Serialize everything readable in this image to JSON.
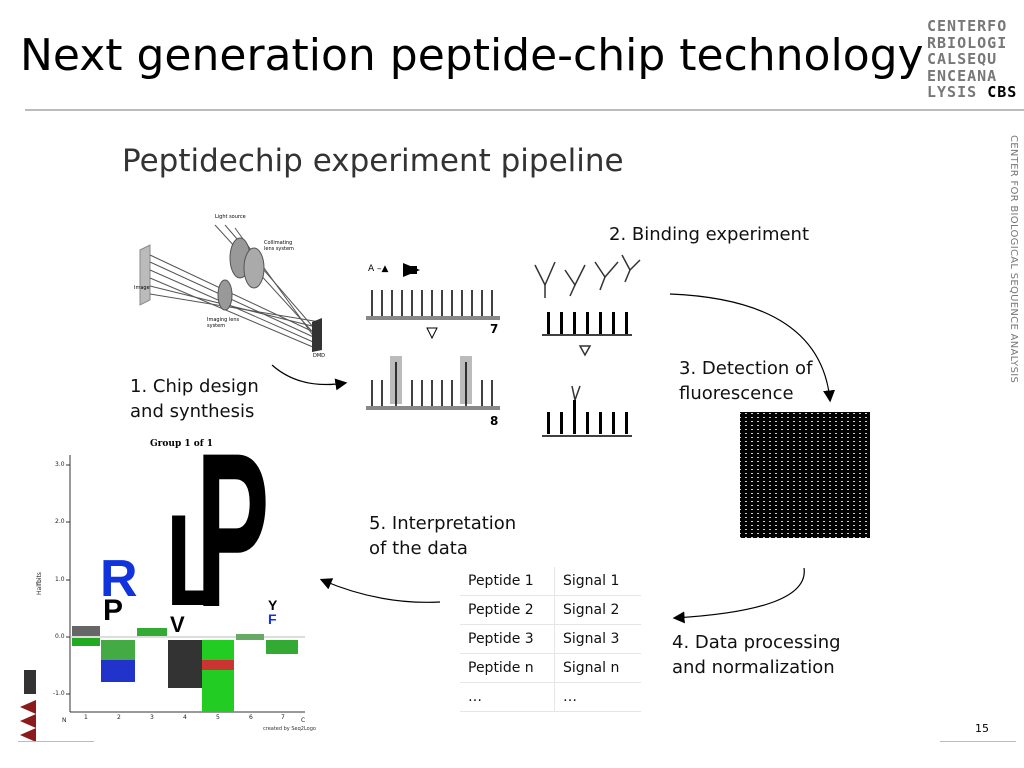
{
  "slide": {
    "title": "Next generation peptide-chip technology",
    "page_number": "15"
  },
  "logo": {
    "lines": [
      "CENTERFO",
      "RBIOLOGI",
      "CALSEQU",
      "ENCEANA",
      "LYSIS"
    ],
    "abbr": "CBS",
    "side_text": "CENTER FOR BIOLOGICAL SEQUENCE ANALYSIS"
  },
  "pipeline": {
    "title": "Peptidechip experiment pipeline",
    "steps": {
      "chip_design": [
        "1. Chip design",
        "and synthesis"
      ],
      "binding": [
        "2. Binding experiment"
      ],
      "detection": [
        "3. Detection of",
        "fluorescence"
      ],
      "processing": [
        "4. Data processing",
        "and normalization"
      ],
      "interpretation": [
        "5. Interpretation",
        "of the data"
      ]
    },
    "optics_labels": {
      "light_source": "Light source",
      "collimating": [
        "Collimating",
        "lens system"
      ],
      "image": "Image",
      "imaging_lens": [
        "Imaging lens",
        "system"
      ],
      "dmd": "DMD"
    },
    "synthesis_labels": {
      "reaction": "A –▲",
      "panel_7": "7",
      "panel_8": "8"
    },
    "table": {
      "rows": [
        {
          "peptide": "Peptide 1",
          "signal": "Signal 1"
        },
        {
          "peptide": "Peptide 2",
          "signal": "Signal 2"
        },
        {
          "peptide": "Peptide 3",
          "signal": "Signal 3"
        },
        {
          "peptide": "Peptide n",
          "signal": "Signal n"
        },
        {
          "peptide": "…",
          "signal": "…"
        }
      ]
    },
    "sequence_logo": {
      "title": "Group 1 of 1",
      "y_label": "Halfbits",
      "y_ticks": [
        "3.0",
        "2.0",
        "1.0",
        "0.0",
        "-1.0"
      ],
      "x_ticks": [
        "N",
        "1",
        "2",
        "3",
        "4",
        "5",
        "6",
        "7",
        "C"
      ],
      "footer": "created by Seq2Logo",
      "letters": [
        {
          "char": "R",
          "color": "#1133dd"
        },
        {
          "char": "P",
          "color": "#000000"
        },
        {
          "char": "L",
          "color": "#000000"
        },
        {
          "char": "V",
          "color": "#000000"
        },
        {
          "char": "P",
          "color": "#000000"
        },
        {
          "char": "Y",
          "color": "#000000"
        },
        {
          "char": "F",
          "color": "#1133dd"
        }
      ]
    }
  }
}
